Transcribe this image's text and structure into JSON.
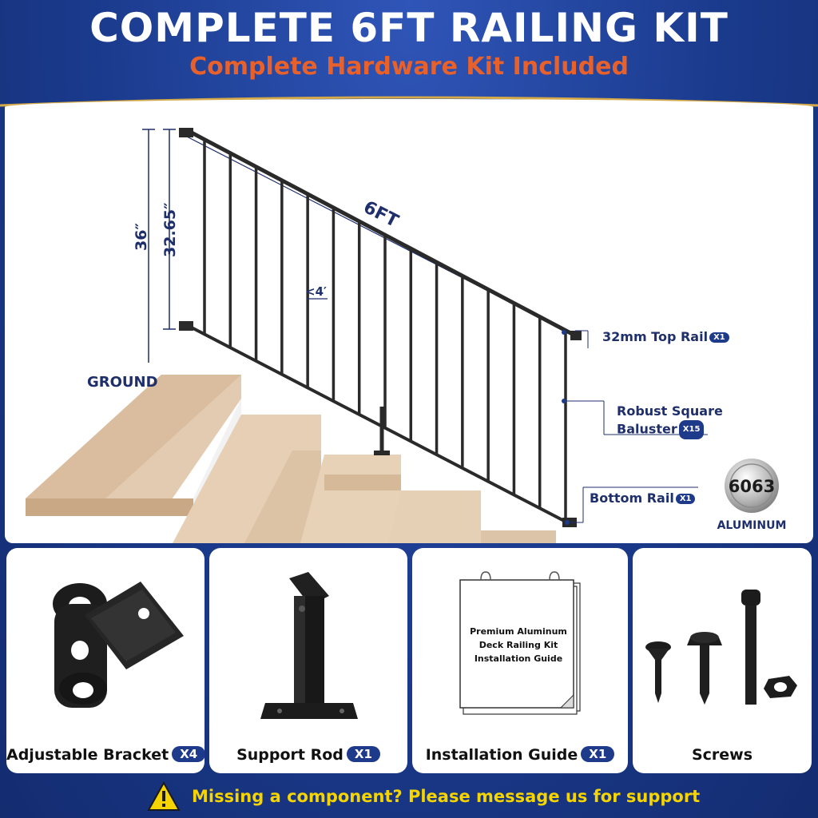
{
  "header": {
    "title": "COMPLETE 6FT RAILING KIT",
    "subtitle": "Complete Hardware Kit Included"
  },
  "diagram": {
    "height_total": "36″",
    "height_inner": "32.65″",
    "length": "6FT",
    "spacing": "<4′",
    "ground": "GROUND",
    "top_rail_label": "32mm Top Rail",
    "top_rail_qty": "X1",
    "baluster_label_1": "Robust Square",
    "baluster_label_2": "Baluster",
    "baluster_qty": "X15",
    "bottom_rail_label": "Bottom Rail",
    "bottom_rail_qty": "X1",
    "material_grade": "6063",
    "material": "ALUMINUM"
  },
  "components": [
    {
      "label": "Adjustable Bracket",
      "qty": "X4",
      "icon": "bracket-icon"
    },
    {
      "label": "Support Rod",
      "qty": "X1",
      "icon": "support-rod-icon"
    },
    {
      "label": "Installation Guide",
      "qty": "X1",
      "icon": "guide-icon",
      "guide_lines": [
        "Premium Aluminum",
        "Deck Railing Kit",
        "Installation Guide"
      ]
    },
    {
      "label": "Screws",
      "qty": "",
      "icon": "screws-icon"
    }
  ],
  "footer": {
    "message": "Missing a component? Please message us for support"
  },
  "colors": {
    "background": "#1a3a8c",
    "accent_orange": "#e8602a",
    "text_navy": "#1e2f6b",
    "warning_yellow": "#f5d400"
  }
}
